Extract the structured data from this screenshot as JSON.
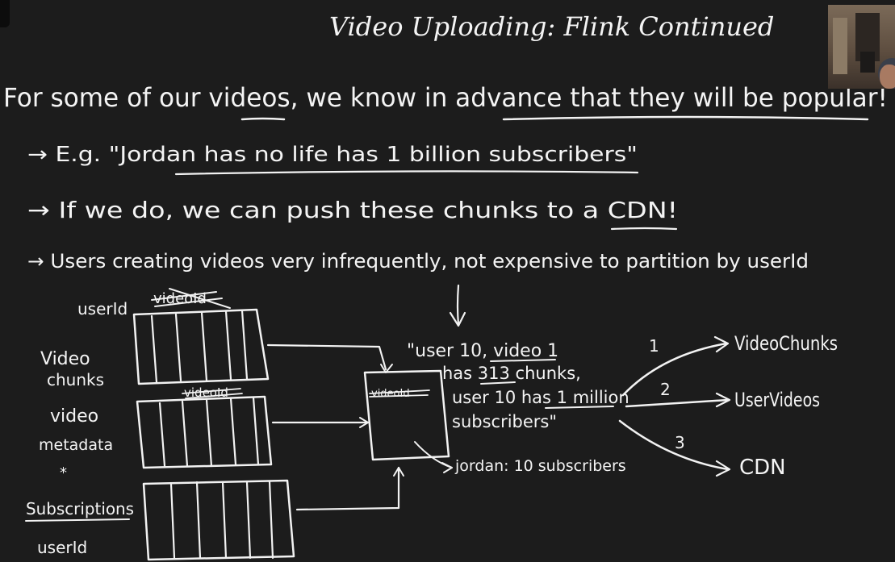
{
  "slide": {
    "title": "Video Uploading: Flink Continued",
    "intro": "For some of our videos, we know in advance that they will be popular!",
    "bullets": [
      "→ E.g. \"Jordan has no life has 1 billion subscribers\"",
      "→ If we do, we can push these chunks to a CDN!",
      "→ Users creating videos very infrequently, not expensive to partition by userId"
    ]
  },
  "diagram": {
    "top_key_label": "userId",
    "top_key_struck": "videoId",
    "mid_key_struck": "videoId",
    "flink_struck": "videoId",
    "sources": [
      {
        "label_line1": "Video",
        "label_line2": "chunks"
      },
      {
        "label_line1": "video",
        "label_line2": "metadata"
      },
      {
        "label_line1": "Subscriptions",
        "label_line2": "userId"
      }
    ],
    "asterisk": "*",
    "quote_lines": [
      "\"user 10, video 1",
      "has 313 chunks,",
      "user 10 has 1 million",
      "subscribers\""
    ],
    "state_note": "jordan: 10 subscribers",
    "outputs": [
      {
        "number": "1",
        "label": "VideoChunks"
      },
      {
        "number": "2",
        "label": "UserVideos"
      },
      {
        "number": "3",
        "label": "CDN"
      }
    ]
  },
  "webcam": {
    "present": true
  }
}
